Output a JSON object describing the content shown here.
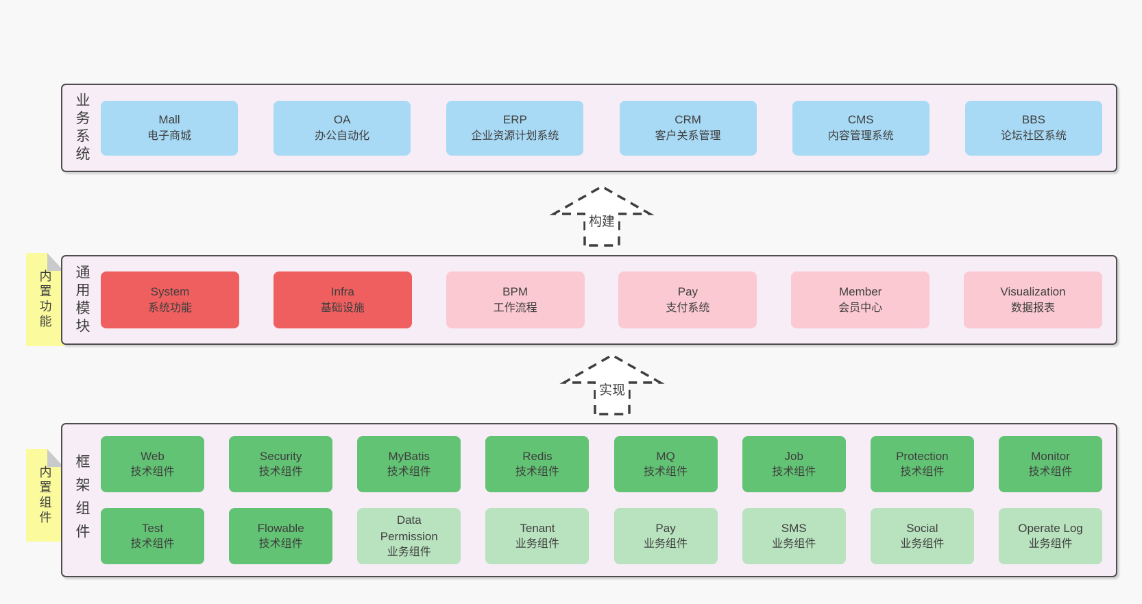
{
  "palette": {
    "background": "#f8f8f8",
    "band_fill": "#f7edf6",
    "band_border": "#4d4d4d",
    "text": "#3e3e3e",
    "arrow_stroke": "#3e3e3e",
    "blue": "#a9daf5",
    "red": "#f05f5f",
    "pink": "#fbc9d2",
    "green": "#63c374",
    "light_green": "#b9e2be",
    "note_yellow": "#fbfb9e",
    "note_fold": "#c9cacb"
  },
  "arrows": [
    {
      "label": "构建"
    },
    {
      "label": "实现"
    }
  ],
  "bands": [
    {
      "id": "business-systems",
      "label_vertical": "业务系统",
      "rows": [
        [
          {
            "title": "Mall",
            "subtitle": "电子商城",
            "variant": "blue"
          },
          {
            "title": "OA",
            "subtitle": "办公自动化",
            "variant": "blue"
          },
          {
            "title": "ERP",
            "subtitle": "企业资源计划系统",
            "variant": "blue"
          },
          {
            "title": "CRM",
            "subtitle": "客户关系管理",
            "variant": "blue"
          },
          {
            "title": "CMS",
            "subtitle": "内容管理系统",
            "variant": "blue"
          },
          {
            "title": "BBS",
            "subtitle": "论坛社区系统",
            "variant": "blue"
          }
        ]
      ]
    },
    {
      "id": "common-modules",
      "label_vertical": "通用模块",
      "note_label": "内置功能",
      "rows": [
        [
          {
            "title": "System",
            "subtitle": "系统功能",
            "variant": "red"
          },
          {
            "title": "Infra",
            "subtitle": "基础设施",
            "variant": "red"
          },
          {
            "title": "BPM",
            "subtitle": "工作流程",
            "variant": "pink"
          },
          {
            "title": "Pay",
            "subtitle": "支付系统",
            "variant": "pink"
          },
          {
            "title": "Member",
            "subtitle": "会员中心",
            "variant": "pink"
          },
          {
            "title": "Visualization",
            "subtitle": "数据报表",
            "variant": "pink"
          }
        ]
      ]
    },
    {
      "id": "framework-components",
      "label_vertical": "框架组件",
      "note_label": "内置组件",
      "rows": [
        [
          {
            "title": "Web",
            "subtitle": "技术组件",
            "variant": "green"
          },
          {
            "title": "Security",
            "subtitle": "技术组件",
            "variant": "green"
          },
          {
            "title": "MyBatis",
            "subtitle": "技术组件",
            "variant": "green"
          },
          {
            "title": "Redis",
            "subtitle": "技术组件",
            "variant": "green"
          },
          {
            "title": "MQ",
            "subtitle": "技术组件",
            "variant": "green"
          },
          {
            "title": "Job",
            "subtitle": "技术组件",
            "variant": "green"
          },
          {
            "title": "Protection",
            "subtitle": "技术组件",
            "variant": "green"
          },
          {
            "title": "Monitor",
            "subtitle": "技术组件",
            "variant": "green"
          }
        ],
        [
          {
            "title": "Test",
            "subtitle": "技术组件",
            "variant": "green"
          },
          {
            "title": "Flowable",
            "subtitle": "技术组件",
            "variant": "green"
          },
          {
            "title": "Data Permission",
            "subtitle": "业务组件",
            "variant": "light-green"
          },
          {
            "title": "Tenant",
            "subtitle": "业务组件",
            "variant": "light-green"
          },
          {
            "title": "Pay",
            "subtitle": "业务组件",
            "variant": "light-green"
          },
          {
            "title": "SMS",
            "subtitle": "业务组件",
            "variant": "light-green"
          },
          {
            "title": "Social",
            "subtitle": "业务组件",
            "variant": "light-green"
          },
          {
            "title": "Operate Log",
            "subtitle": "业务组件",
            "variant": "light-green"
          }
        ]
      ]
    }
  ]
}
